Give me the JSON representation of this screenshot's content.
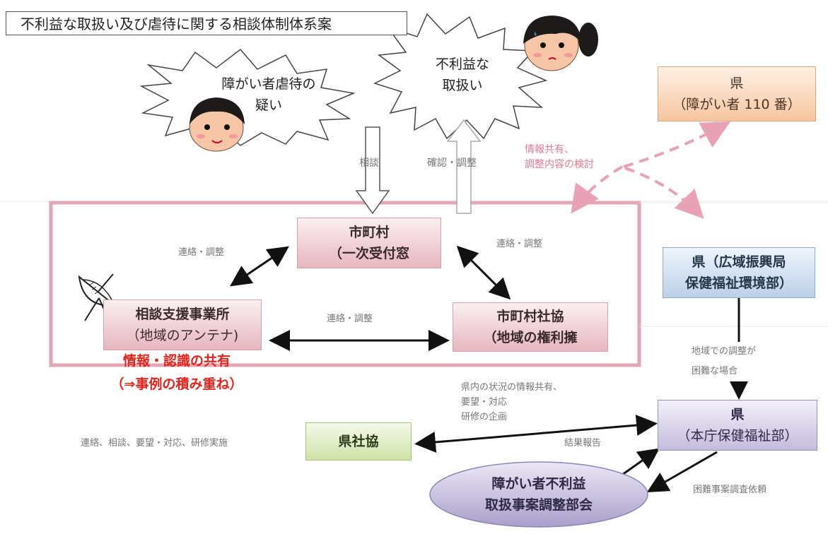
{
  "title": "不利益な取扱い及び虐待に関する相談体制体系案",
  "bursts": {
    "abuse": [
      "障がい者虐待の",
      "疑い"
    ],
    "disadvantage": [
      "不利益な",
      "取扱い"
    ]
  },
  "arrows": {
    "consult": "相談",
    "confirm": "確認・調整"
  },
  "info_share": "情報共有、\n調整内容の検討",
  "nodes": {
    "pref_110": [
      "県",
      "（障がい者 110 番）"
    ],
    "municipality": [
      "市町村",
      "（一次受付窓"
    ],
    "consult_office": [
      "相談支援事業所",
      "（地域のアンテナ)"
    ],
    "social_welfare": [
      "市町村社協",
      "（地域の権利擁"
    ],
    "pref_regional": [
      "県（広域振興局",
      "保健福祉環境部）"
    ],
    "pref_hq": [
      "県",
      "（本庁保健福祉部）"
    ],
    "pref_council": "県社協",
    "committee": [
      "障がい者不利益",
      "取扱事案調整部会"
    ]
  },
  "labels": {
    "liaison_left": "連絡・調整",
    "liaison_right": "連絡・調整",
    "liaison_mid": "連絡・調整",
    "regional_difficult": "地域での調整が\n困難な場合",
    "pref_info": "県内の状況の情報共有、\n要望・対応\n研修の企画",
    "council_activities": "連絡、相談、要望・対応、研修実施",
    "report": "結果報告",
    "request": "困難事案調査依頼"
  },
  "share_note": [
    "情報・認識の共有",
    "（⇒事例の積み重ね）"
  ],
  "colors": {
    "pink": "#e7b6c0",
    "orange": "#f6c6a0",
    "blue": "#bcd0e8",
    "purple": "#c4bcdd",
    "green": "#cfe2a8",
    "emphasis_red": "#e4231b",
    "info_pink": "#e07a93"
  }
}
